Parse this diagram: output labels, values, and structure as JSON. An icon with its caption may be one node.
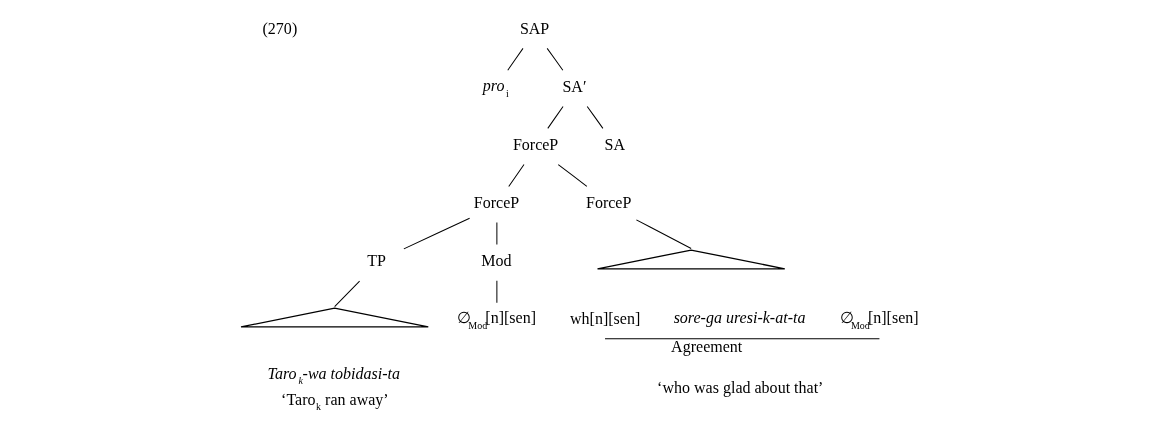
{
  "diagram": {
    "nodes": [
      {
        "text": [
          "SAP"
        ]
      },
      {
        "text": [
          "*pro*$_{i}$"
        ]
      },
      {
        "text": [
          "SA′"
        ]
      },
      {
        "text": [
          "ForceP"
        ]
      },
      {
        "text": [
          "SA"
        ]
      },
      {
        "text": [
          "ForceP"
        ]
      },
      {
        "text": [
          "ForceP"
        ]
      },
      {
        "text": [
          "TP"
        ]
      },
      {
        "text": [
          "Mod"
        ]
      },
      {
        "text": [],
        "shape": "triangle"
      },
      {
        "text": [],
        "shape": "triangle"
      },
      {
        "text": [
          "*Taro$_{k}$-wa tobidasi-ta*",
          "‘Taro$_{k}$ ran away’"
        ]
      },
      {
        "text": [
          "∅$_{Mod}$[n][sen]"
        ]
      },
      {
        "text": [
          "wh[n][sen]"
        ]
      },
      {
        "text": [
          "*sore-ga uresi-k-at-ta*"
        ]
      },
      {
        "text": [
          "∅$_{Mod}$[n][sen]"
        ]
      }
    ],
    "edges": [
      {
        "from": 0,
        "to": 1,
        "arrow": "none"
      },
      {
        "from": 0,
        "to": 2,
        "arrow": "none"
      },
      {
        "from": 2,
        "to": 3,
        "arrow": "none"
      },
      {
        "from": 2,
        "to": 4,
        "arrow": "none"
      },
      {
        "from": 3,
        "to": 5,
        "arrow": "none"
      },
      {
        "from": 3,
        "to": 6,
        "arrow": "none"
      },
      {
        "from": 5,
        "to": 7,
        "arrow": "none"
      },
      {
        "from": 5,
        "to": 8,
        "arrow": "none"
      },
      {
        "from": 6,
        "to": 10,
        "arrow": "none"
      },
      {
        "from": 7,
        "to": 9,
        "arrow": "none"
      },
      {
        "from": 8,
        "to": 12,
        "arrow": "none"
      },
      {
        "from": 13,
        "to": 15,
        "arrow": "none",
        "label": "Agreement"
      }
    ],
    "labels": [
      "(270)",
      "‘who was glad about that’"
    ]
  }
}
